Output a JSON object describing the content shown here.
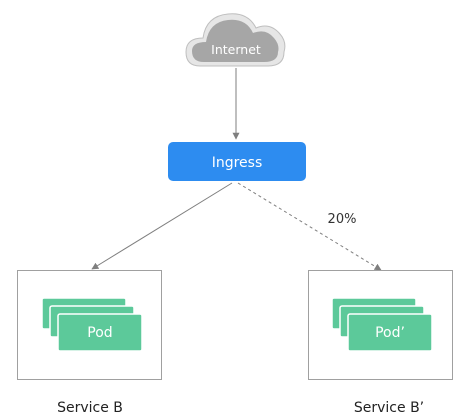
{
  "internet": {
    "label": "Internet"
  },
  "ingress": {
    "label": "Ingress"
  },
  "traffic_split": {
    "label": "20%"
  },
  "service_b": {
    "label": "Service B",
    "pod_label": "Pod"
  },
  "service_b_prime": {
    "label": "Service B’",
    "pod_label": "Pod’"
  },
  "colors": {
    "cloud": "#a6a6a6",
    "ingress": "#2d8cf0",
    "pod": "#5cc99a",
    "arrow": "#7f7f7f",
    "box_border": "#a0a0a0"
  }
}
